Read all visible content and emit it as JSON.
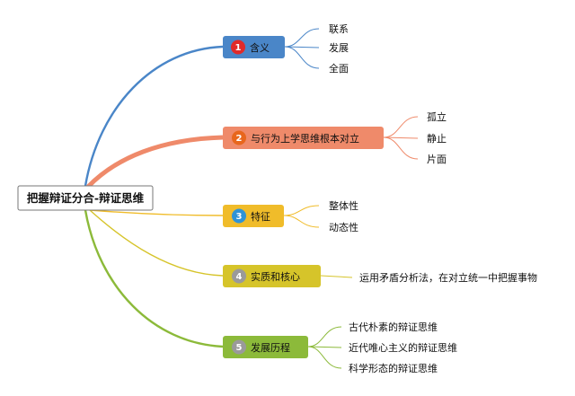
{
  "root": {
    "label": "把握辩证分合-辩证思维"
  },
  "branches": [
    {
      "label": "含义",
      "badge": "1",
      "color": "#4a86c8",
      "badge_color": "#e02a2a",
      "children": [
        "联系",
        "发展",
        "全面"
      ]
    },
    {
      "label": "与行为上学思维根本对立",
      "badge": "2",
      "color": "#ef8a6a",
      "badge_color": "#e8661c",
      "children": [
        "孤立",
        "静止",
        "片面"
      ]
    },
    {
      "label": "特征",
      "badge": "3",
      "color": "#f0bc2a",
      "badge_color": "#2f93d6",
      "children": [
        "整体性",
        "动态性"
      ]
    },
    {
      "label": "实质和核心",
      "badge": "4",
      "color": "#d6c42a",
      "badge_color": "#9a9a9a",
      "children": [
        "运用矛盾分析法，在对立统一中把握事物"
      ]
    },
    {
      "label": "发展历程",
      "badge": "5",
      "color": "#8cba3a",
      "badge_color": "#9a9a9a",
      "children": [
        "古代朴素的辩证思维",
        "近代唯心主义的辩证思维",
        "科学形态的辩证思维"
      ]
    }
  ]
}
